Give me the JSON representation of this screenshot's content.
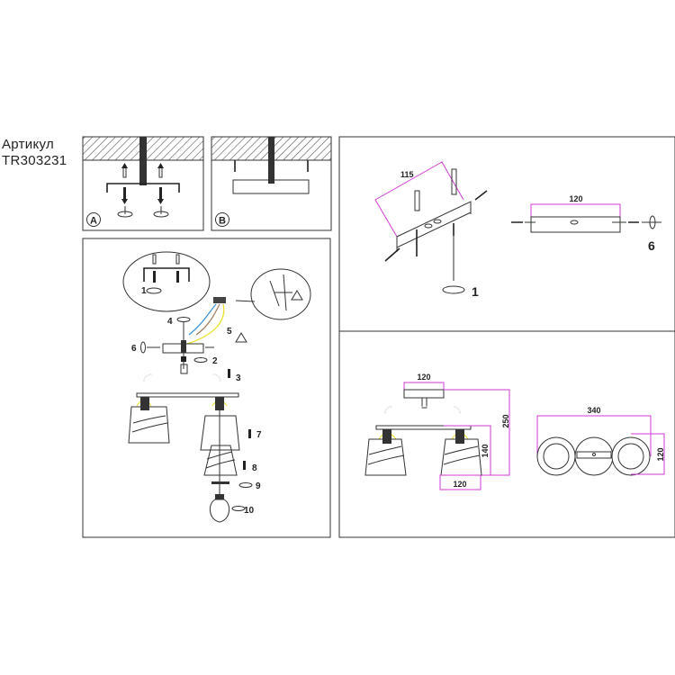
{
  "header": {
    "article_label": "Артикул",
    "article_number": "TR303231"
  },
  "mounting_options": {
    "option_a": "A",
    "option_b": "B"
  },
  "assembly": {
    "step_labels": [
      "1",
      "2",
      "3",
      "4",
      "5",
      "6",
      "7",
      "8",
      "9",
      "10"
    ]
  },
  "bracket_detail": {
    "bracket_dim": "115",
    "plate_dim": "120",
    "step_screw": "6",
    "step_mount": "1"
  },
  "dimensions": {
    "canopy_width": "120",
    "total_height": "250",
    "shade_height": "140",
    "shade_width": "120",
    "total_length": "340",
    "depth": "120"
  },
  "colors": {
    "dimension_line": "#d23ad6",
    "wire_blue": "#3a8fd6",
    "wire_brown": "#a0785a",
    "wire_yellow": "#e8e020"
  }
}
